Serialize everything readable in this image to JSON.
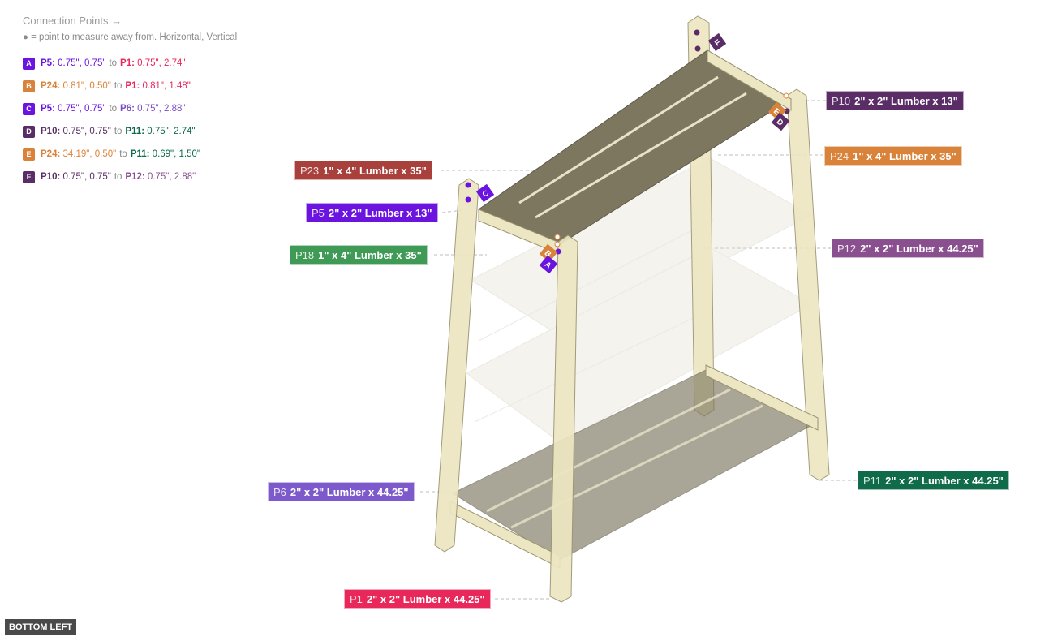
{
  "legend": {
    "title": "Connection Points →",
    "note": "● = point to measure away from. Horizontal, Vertical",
    "items": [
      {
        "badge": "A",
        "color": "#6b14e0",
        "from_part": "P5",
        "from_color": "#6b14e0",
        "from_val": "0.75\", 0.75\"",
        "to_text": "to",
        "to_part": "P1",
        "to_color": "#e8285a",
        "to_val": "0.75\", 2.74\""
      },
      {
        "badge": "B",
        "color": "#d9833a",
        "from_part": "P24",
        "from_color": "#d9833a",
        "from_val": "0.81\", 0.50\"",
        "to_text": "to",
        "to_part": "P1",
        "to_color": "#e8285a",
        "to_val": "0.81\", 1.48\""
      },
      {
        "badge": "C",
        "color": "#6b14e0",
        "from_part": "P5",
        "from_color": "#6b14e0",
        "from_val": "0.75\", 0.75\"",
        "to_text": "to",
        "to_part": "P6",
        "to_color": "#7d4bc9",
        "to_val": "0.75\", 2.88\""
      },
      {
        "badge": "D",
        "color": "#5a2d66",
        "from_part": "P10",
        "from_color": "#5a2d66",
        "from_val": "0.75\", 0.75\"",
        "to_text": "to",
        "to_part": "P11",
        "to_color": "#0f6b4a",
        "to_val": "0.75\", 2.74\""
      },
      {
        "badge": "E",
        "color": "#d9833a",
        "from_part": "P24",
        "from_color": "#d9833a",
        "from_val": "34.19\", 0.50\"",
        "to_text": "to",
        "to_part": "P11",
        "to_color": "#0f6b4a",
        "to_val": "0.69\", 1.50\""
      },
      {
        "badge": "F",
        "color": "#5a2d66",
        "from_part": "P10",
        "from_color": "#5a2d66",
        "from_val": "0.75\", 0.75\"",
        "to_text": "to",
        "to_part": "P12",
        "to_color": "#8a4f8f",
        "to_val": "0.75\", 2.88\""
      }
    ]
  },
  "labels": {
    "p10": {
      "id": "P10",
      "text": "2\" x 2\" Lumber x 13\"",
      "color": "#5a2d66"
    },
    "p24": {
      "id": "P24",
      "text": "1\" x 4\" Lumber  x 35\"",
      "color": "#d9833a"
    },
    "p23": {
      "id": "P23",
      "text": "1\" x 4\" Lumber  x 35\"",
      "color": "#a8403c"
    },
    "p5": {
      "id": "P5",
      "text": "2\" x 2\" Lumber x 13\"",
      "color": "#6b14e0"
    },
    "p18": {
      "id": "P18",
      "text": "1\" x 4\" Lumber  x 35\"",
      "color": "#3f9a55"
    },
    "p12": {
      "id": "P12",
      "text": "2\" x 2\" Lumber x 44.25\"",
      "color": "#8a4f8f"
    },
    "p6": {
      "id": "P6",
      "text": "2\" x 2\" Lumber x 44.25\"",
      "color": "#7d5acb"
    },
    "p11": {
      "id": "P11",
      "text": "2\" x 2\" Lumber x 44.25\"",
      "color": "#0f6b4a"
    },
    "p1": {
      "id": "P1",
      "text": "2\" x 2\" Lumber x 44.25\"",
      "color": "#e8285a"
    }
  },
  "markers": {
    "a": "A",
    "b": "B",
    "c": "C",
    "d": "D",
    "e": "E",
    "f": "F"
  },
  "view_button": "BOTTOM LEFT"
}
